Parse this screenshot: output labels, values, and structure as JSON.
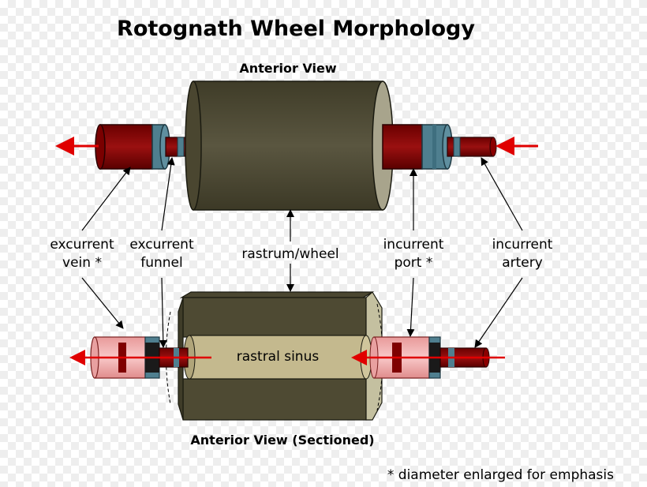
{
  "title": "Rotognath Wheel Morphology",
  "views": {
    "top": "Anterior View",
    "bottom": "Anterior View (Sectioned)"
  },
  "labels": {
    "excurrent_vein": [
      "excurrent",
      "vein *"
    ],
    "excurrent_funnel": [
      "excurrent",
      "funnel"
    ],
    "rastrum_wheel": "rastrum/wheel",
    "incurrent_port": [
      "incurrent",
      "port *"
    ],
    "incurrent_artery": [
      "incurrent",
      "artery"
    ],
    "rastral_sinus": "rastral sinus"
  },
  "footnote": "* diameter enlarged for emphasis",
  "colors": {
    "wheel_body": "#4e4a33",
    "wheel_end": "#a8a48c",
    "vessel_red": "#7f0000",
    "port_ring": "#4f7f8f",
    "flow_arrow": "#e00000",
    "sinus_fill": "#c4b98e",
    "sectioned_vessel": "#f0b0b0"
  }
}
